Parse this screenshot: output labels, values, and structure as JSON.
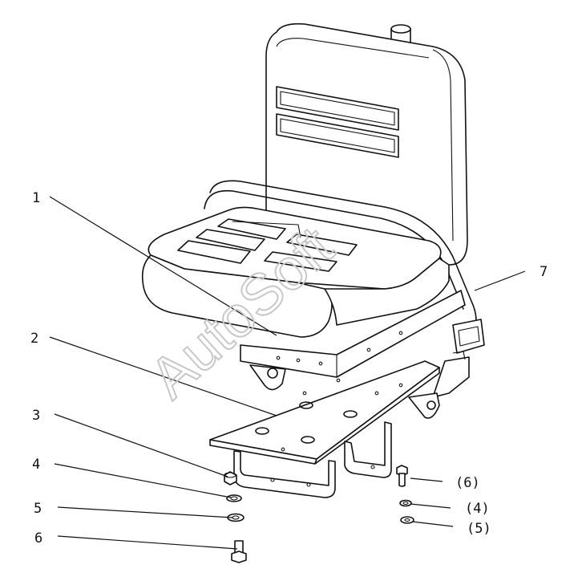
{
  "watermark": "AutoSoft",
  "callouts": [
    {
      "id": "c1",
      "label": "1"
    },
    {
      "id": "c2",
      "label": "2"
    },
    {
      "id": "c3",
      "label": "3"
    },
    {
      "id": "c4",
      "label": "4"
    },
    {
      "id": "c5",
      "label": "5"
    },
    {
      "id": "c6",
      "label": "6"
    },
    {
      "id": "c7",
      "label": "7"
    },
    {
      "id": "c6b",
      "label": "(6)"
    },
    {
      "id": "c4b",
      "label": "(4)"
    },
    {
      "id": "c5b",
      "label": "(5)"
    }
  ]
}
